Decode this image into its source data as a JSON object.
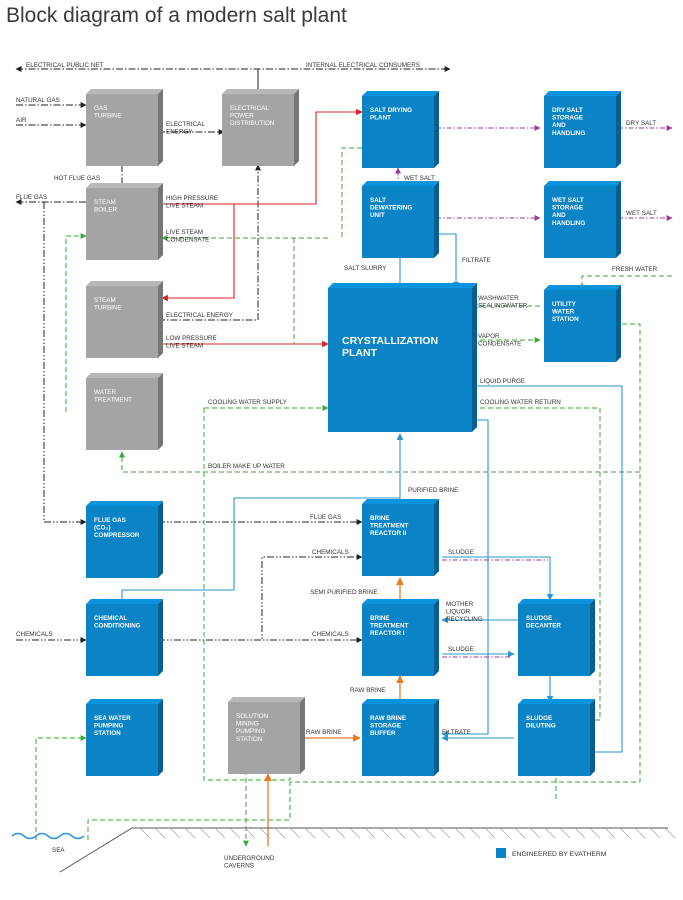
{
  "title": "Block diagram of a modern salt plant",
  "legend": {
    "label": "ENGINEERED BY EVATHERM",
    "color": "#0a84c6"
  },
  "colors": {
    "evatherm_block": "#0a84c6",
    "other_block": "#a4a4a4",
    "steam_line": "#e02020",
    "water_line": "#39a935",
    "brine_line": "#2a94d2",
    "raw_brine_line": "#ea7a24",
    "salt_line": "#9a3a9a",
    "gas_line": "#222222"
  },
  "blocks": {
    "gas_turbine": [
      "GAS",
      "TURBINE"
    ],
    "electrical_power_distribution": [
      "ELECTRICAL",
      "POWER",
      "DISTRIBUTION"
    ],
    "steam_boiler": [
      "STEAM",
      "BOILER"
    ],
    "steam_turbine": [
      "STEAM",
      "TURBINE"
    ],
    "water_treatment": [
      "WATER",
      "TREATMENT"
    ],
    "salt_drying_plant": [
      "SALT DRYING",
      "PLANT"
    ],
    "dry_salt_storage": [
      "DRY SALT",
      "STORAGE",
      "AND",
      "HANDLING"
    ],
    "salt_dewatering_unit": [
      "SALT",
      "DEWATERING",
      "UNIT"
    ],
    "wet_salt_storage": [
      "WET SALT",
      "STORAGE",
      "AND",
      "HANDLING"
    ],
    "crystallization_plant": [
      "CRYSTALLIZATION",
      "PLANT"
    ],
    "utility_water_station": [
      "UTILITY",
      "WATER",
      "STATION"
    ],
    "flue_gas_compressor": [
      "FLUE GAS",
      "(CO₂)",
      "COMPRESSOR"
    ],
    "brine_treatment_reactor_2": [
      "BRINE",
      "TREATMENT",
      "REACTOR II"
    ],
    "chemical_conditioning": [
      "CHEMICAL",
      "CONDITIONING"
    ],
    "brine_treatment_reactor_1": [
      "BRINE",
      "TREATMENT",
      "REACTOR I"
    ],
    "sludge_decanter": [
      "SLUDGE",
      "DECANTER"
    ],
    "sea_water_pumping_station": [
      "SEA WATER",
      "PUMPING",
      "STATION"
    ],
    "solution_mining_pumping_station": [
      "SOLUTION",
      "MINING",
      "PUMPING",
      "STATION"
    ],
    "raw_brine_storage_buffer": [
      "RAW BRINE",
      "STORAGE",
      "BUFFER"
    ],
    "sludge_diluting": [
      "SLUDGE",
      "DILUTING"
    ]
  },
  "labels": {
    "electrical_public_net": "ELECTRICAL PUBLIC NET",
    "internal_electrical_consumers": "INTERNAL ELECTRICAL CONSUMERS",
    "natural_gas": "NATURAL GAS",
    "air": "AIR",
    "electrical_energy_top": [
      "ELECTRICAL",
      "ENERGY"
    ],
    "hot_flue_gas": "HOT FLUE GAS",
    "flue_gas_left": "FLUE GAS",
    "high_pressure_live_steam": [
      "HIGH PRESSURE",
      "LIVE STEAM"
    ],
    "live_steam_condensate": [
      "LIVE STEAM",
      "CONDENSATE"
    ],
    "electrical_energy_mid": "ELECTRICAL ENERGY",
    "low_pressure_live_steam": [
      "LOW PRESSURE",
      "LIVE STEAM"
    ],
    "dry_salt": "DRY SALT",
    "wet_salt_out": "WET SALT",
    "wet_salt_up": "WET SALT",
    "salt_slurry": "SALT SLURRY",
    "filtrate_top": "FILTRATE",
    "fresh_water": "FRESH WATER",
    "washwater_sealingwater": [
      "WASHWATER",
      "SEALINGWATER"
    ],
    "vapor_condensate": [
      "VAPOR",
      "CONDENSATE"
    ],
    "liquid_purge": "LIQUID PURGE",
    "cooling_water_supply": "COOLING WATER SUPPLY",
    "cooling_water_return": "COOLING WATER RETURN",
    "boiler_make_up_water": "BOILER MAKE UP WATER",
    "purified_brine": "PURIFIED BRINE",
    "flue_gas_mid": "FLUE GAS",
    "chemicals_top": "CHEMICALS",
    "sludge_top": "SLUDGE",
    "semi_purified_brine": "SEMI PURIFIED BRINE",
    "mother_liquor_recycling": [
      "MOTHER",
      "LIQUOR",
      "RECYCLING"
    ],
    "chemicals_left": "CHEMICALS",
    "chemicals_mid": "CHEMICALS",
    "sludge_mid": "SLUDGE",
    "raw_brine_up": "RAW BRINE",
    "raw_brine_right": "RAW BRINE",
    "filtrate_bottom": "FILTRATE",
    "sea": "SEA",
    "underground_caverns": [
      "UNDERGROUND",
      "CAVERNS"
    ]
  }
}
